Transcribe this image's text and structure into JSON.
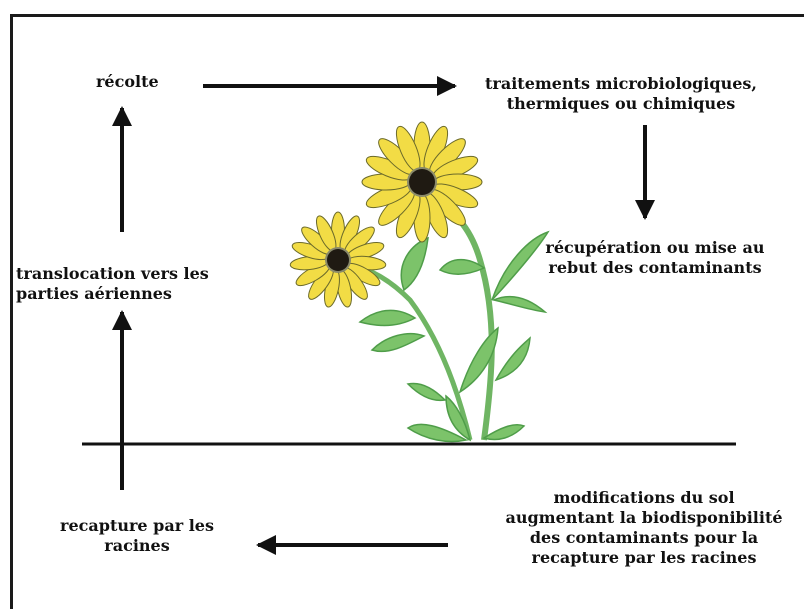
{
  "labels": {
    "harvest": "récolte",
    "treatments_line1": "traitements microbiologiques,",
    "treatments_line2": "thermiques ou chimiques",
    "recovery_line1": "récupération ou mise au",
    "recovery_line2": "rebut des contaminants",
    "translocation_line1": "translocation vers les",
    "translocation_line2": "parties aériennes",
    "uptake_line1": "recapture par les",
    "uptake_line2": "racines",
    "soil_line1": "modifications du sol",
    "soil_line2": "augmentant la biodisponibilité",
    "soil_line3": "des contaminants pour la",
    "soil_line4": "recapture par les racines"
  },
  "colors": {
    "petal": "#f2dc45",
    "petal_outline": "#6b6a2a",
    "flower_center": "#1f1a12",
    "leaf": "#7cc36a",
    "leaf_dark": "#4f9d49",
    "stem": "#6fb563",
    "arrow": "#111111"
  }
}
